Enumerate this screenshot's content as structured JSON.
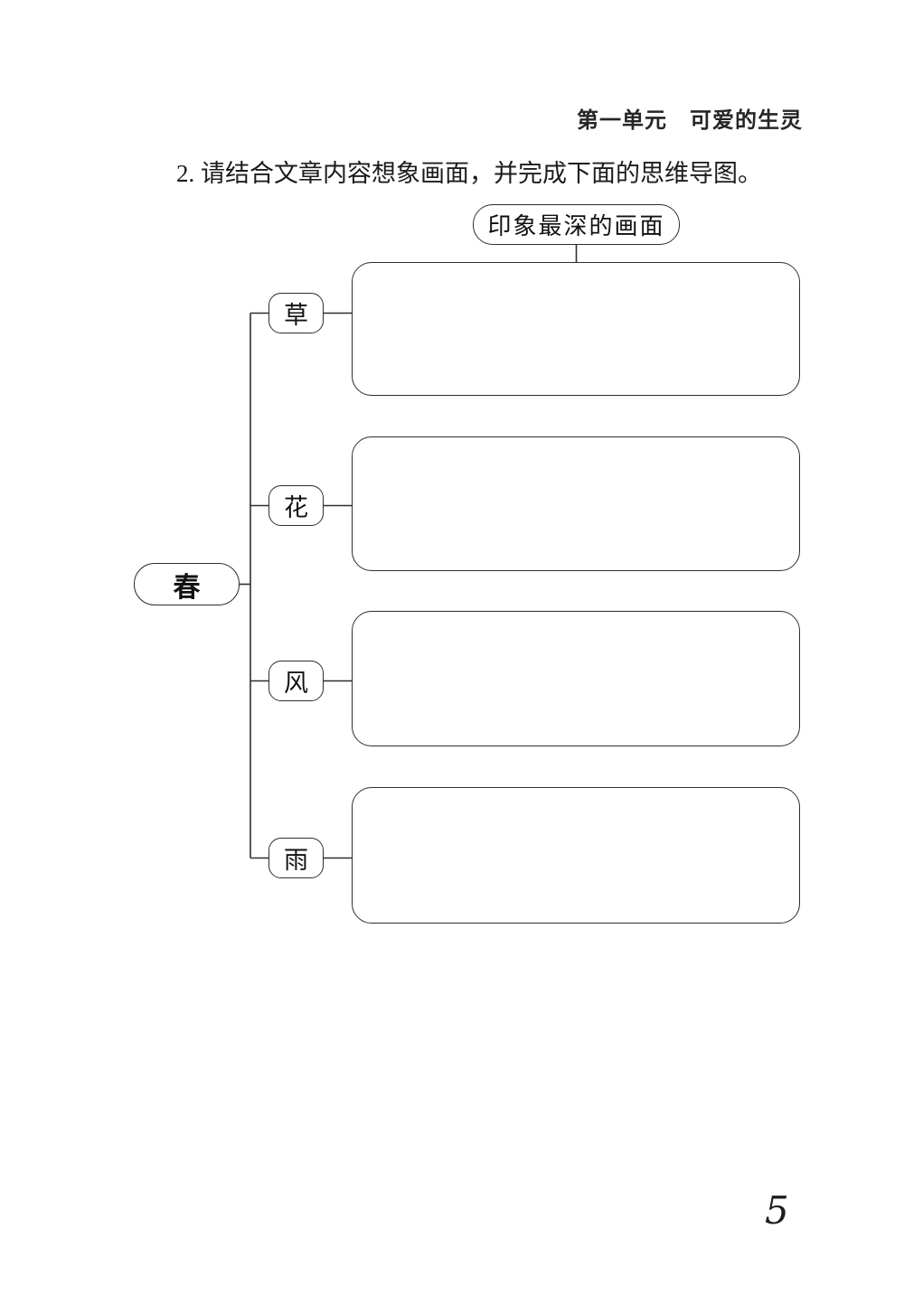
{
  "page": {
    "header": "第一单元　可爱的生灵",
    "instruction": "2. 请结合文章内容想象画面，并完成下面的思维导图。",
    "page_number": "5"
  },
  "diagram": {
    "top_node": {
      "label": "印象最深的画面"
    },
    "root": {
      "label": "春"
    },
    "branches": [
      {
        "label": "草",
        "answer": ""
      },
      {
        "label": "花",
        "answer": ""
      },
      {
        "label": "风",
        "answer": ""
      },
      {
        "label": "雨",
        "answer": ""
      }
    ],
    "colors": {
      "line": "#2e2e2e",
      "text": "#111111",
      "background": "#ffffff"
    }
  }
}
